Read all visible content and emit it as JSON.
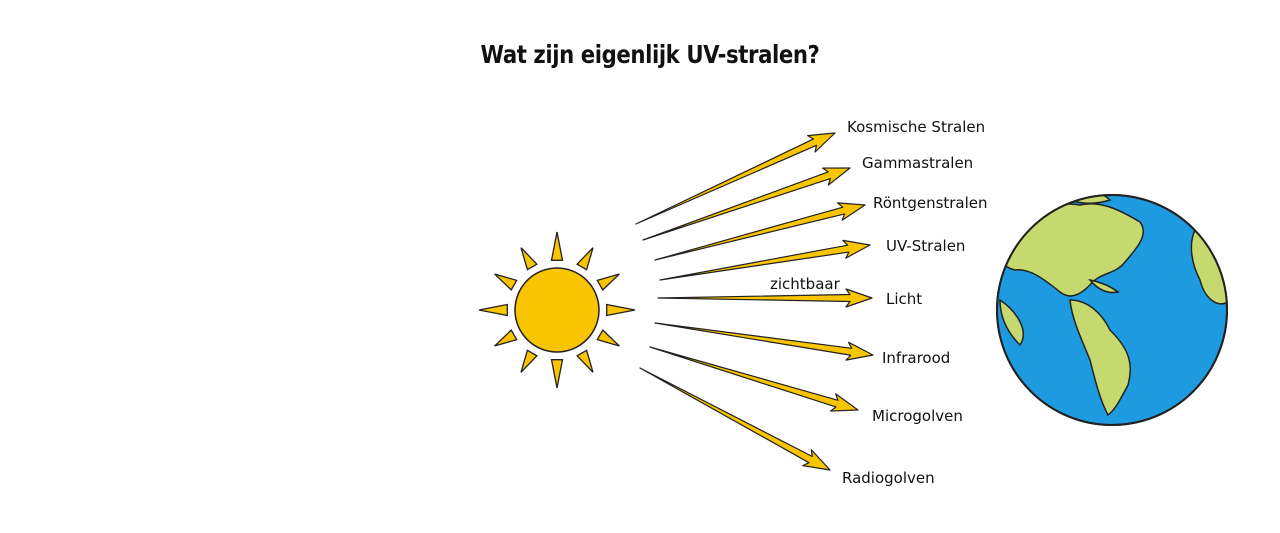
{
  "title": "Wat zijn eigenlijk UV-stralen?",
  "colors": {
    "sun": "#F9C400",
    "ocean": "#1E9BE0",
    "land": "#C5D96E",
    "outline": "#222222"
  },
  "rays": [
    {
      "label": "Kosmische Stralen"
    },
    {
      "label": "Gammastralen"
    },
    {
      "label": "Röntgenstralen"
    },
    {
      "label": "UV-Stralen"
    },
    {
      "label": "Licht",
      "sublabel": "zichtbaar"
    },
    {
      "label": "Infrarood"
    },
    {
      "label": "Microgolven"
    },
    {
      "label": "Radiogolven"
    }
  ]
}
